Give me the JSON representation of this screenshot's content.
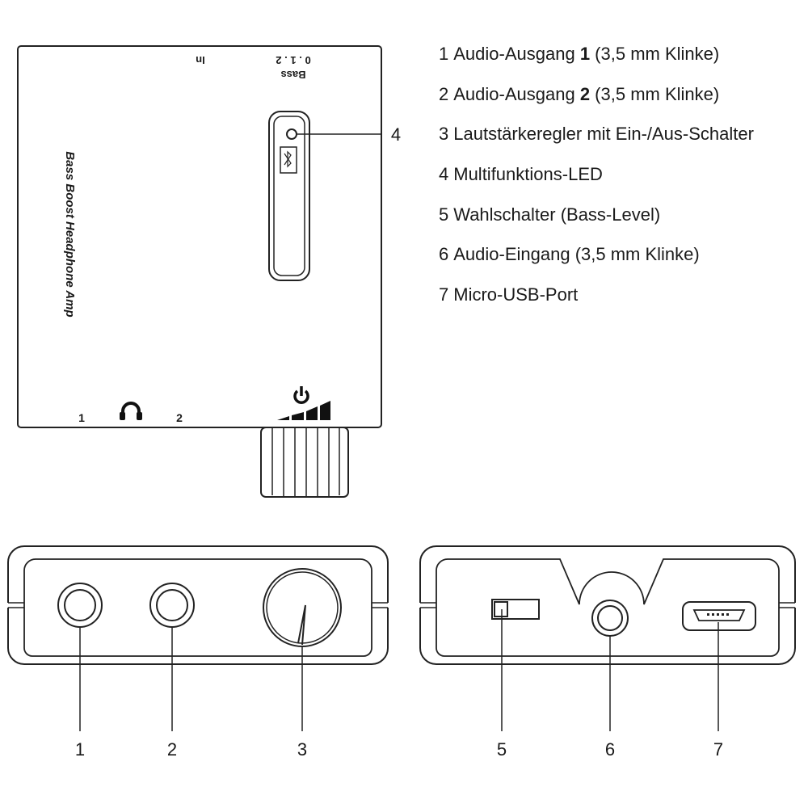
{
  "device": {
    "product_name": "Bass Boost Headphone Amp",
    "bass_label": "Bass",
    "bass_levels": "0 . 1 . 2",
    "input_label": "In",
    "output_1_label": "1",
    "output_2_label": "2",
    "headphone_icon": "headphone-icon",
    "power_icon": "power-icon",
    "volume_icon": "volume-ramp-icon",
    "led_callout": "4"
  },
  "callouts": {
    "front": [
      "1",
      "2",
      "3"
    ],
    "back": [
      "5",
      "6",
      "7"
    ]
  },
  "legend": [
    {
      "num": "1",
      "pre": "Audio-Ausgang ",
      "bold": "1",
      "post": " (3,5 mm Klinke)"
    },
    {
      "num": "2",
      "pre": "Audio-Ausgang ",
      "bold": "2",
      "post": " (3,5 mm Klinke)"
    },
    {
      "num": "3",
      "pre": "Lautstärkeregler mit Ein-/Aus-Schalter",
      "bold": "",
      "post": ""
    },
    {
      "num": "4",
      "pre": "Multifunktions-LED",
      "bold": "",
      "post": ""
    },
    {
      "num": "5",
      "pre": "Wahlschalter (Bass-Level)",
      "bold": "",
      "post": ""
    },
    {
      "num": "6",
      "pre": "Audio-Eingang (3,5 mm Klinke)",
      "bold": "",
      "post": ""
    },
    {
      "num": "7",
      "pre": "Micro-USB-Port",
      "bold": "",
      "post": ""
    }
  ]
}
